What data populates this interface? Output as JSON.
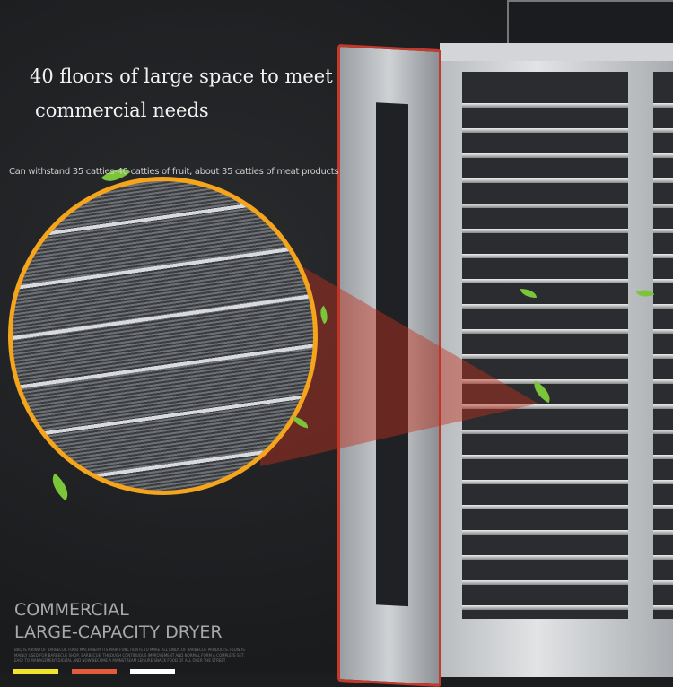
{
  "headline": {
    "line1": "40 floors of large space to meet",
    "line2": "commercial needs"
  },
  "subtext": "Can withstand 35 catties-40 catties of fruit, about 35 catties of meat products",
  "title": {
    "line1": "COMMERCIAL",
    "line2": "LARGE-CAPACITY DRYER"
  },
  "fine_print": "BBQ IS A KIND OF BARBECUE FOOD MACHINERY. ITS MAIN FUNCTION IS TO MAKE ALL KINDS OF BARBECUE PRODUCTS. FLOW IS MAINLY USED FOR BARBECUE SHOP, BARBECUE, THROUGH CONTINUOUS IMPROVEMENT AND NORMAL FORM A COMPLETE SET, EASY TO MANAGEMENT DIGITAL AND NOW BECOME A MAINSTREAM LEISURE SNACK FOOD OF ALL OVER THE STREET",
  "colors": {
    "accent": "#f4a51c",
    "door_seal": "#c23a2e",
    "leaf": "#7bc53a",
    "swatches": [
      "#f2e42a",
      "#e45a3c",
      "#ffffff"
    ]
  }
}
